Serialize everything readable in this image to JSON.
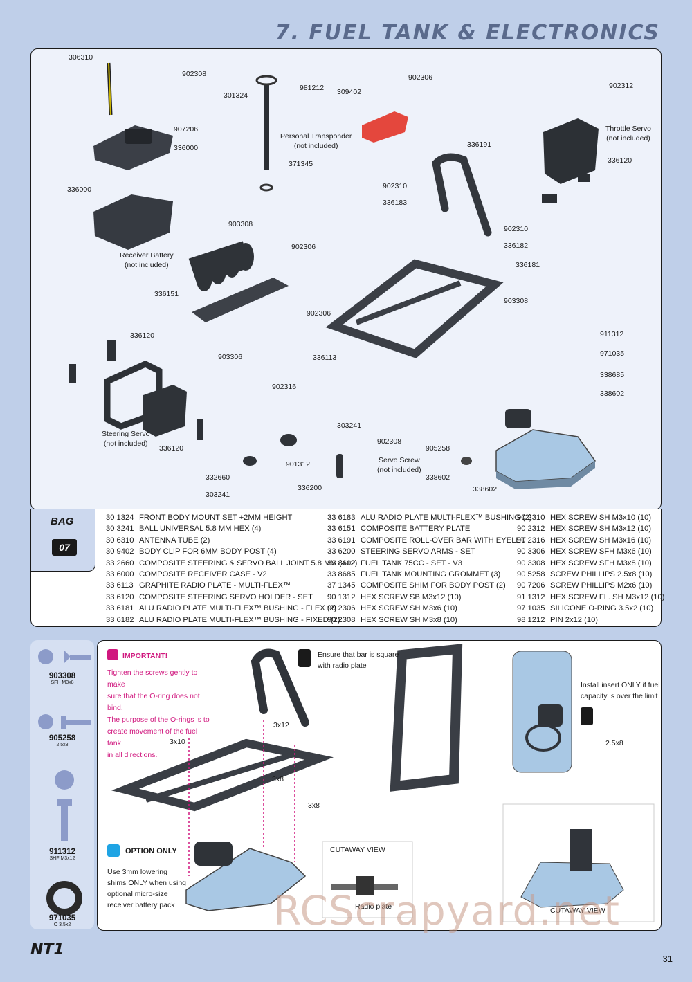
{
  "header": {
    "title": "7. FUEL TANK & ELECTRONICS"
  },
  "diagram": {
    "labels": [
      {
        "t": "306310"
      },
      {
        "t": "902308"
      },
      {
        "t": "907206"
      },
      {
        "t": "336000"
      },
      {
        "t": "336000"
      },
      {
        "t": "301324"
      },
      {
        "t": "981212"
      },
      {
        "t": "309402"
      },
      {
        "t": "902306"
      },
      {
        "t": "371345"
      },
      {
        "t": "902312"
      },
      {
        "t": "336120"
      },
      {
        "t": "336191"
      },
      {
        "t": "902310"
      },
      {
        "t": "336183"
      },
      {
        "t": "903308"
      },
      {
        "t": "902306"
      },
      {
        "t": "902310"
      },
      {
        "t": "336182"
      },
      {
        "t": "336181"
      },
      {
        "t": "336151"
      },
      {
        "t": "902306"
      },
      {
        "t": "903308"
      },
      {
        "t": "336113"
      },
      {
        "t": "336120"
      },
      {
        "t": "903306"
      },
      {
        "t": "911312"
      },
      {
        "t": "971035"
      },
      {
        "t": "338685"
      },
      {
        "t": "338602"
      },
      {
        "t": "902316"
      },
      {
        "t": "336120"
      },
      {
        "t": "303241"
      },
      {
        "t": "902308"
      },
      {
        "t": "905258"
      },
      {
        "t": "901312"
      },
      {
        "t": "332660"
      },
      {
        "t": "303241"
      },
      {
        "t": "336200"
      },
      {
        "t": "338602"
      },
      {
        "t": "338602"
      }
    ],
    "notes": {
      "transponder": [
        "Personal Transponder",
        "(not included)"
      ],
      "throttle": [
        "Throttle Servo",
        "(not included)"
      ],
      "battery": [
        "Receiver Battery",
        "(not included)"
      ],
      "steering": [
        "Steering Servo",
        "(not included)"
      ],
      "servoscrew": [
        "Servo Screw",
        "(not included)"
      ]
    }
  },
  "bag": {
    "label": "BAG",
    "number": "07"
  },
  "parts_list": {
    "col1": [
      [
        "30 1324",
        "FRONT BODY MOUNT SET +2MM HEIGHT"
      ],
      [
        "30 3241",
        "BALL UNIVERSAL 5.8 MM HEX (4)"
      ],
      [
        "30 6310",
        "ANTENNA TUBE (2)"
      ],
      [
        "30 9402",
        "BODY CLIP FOR 6MM BODY POST (4)"
      ],
      [
        "33 2660",
        "COMPOSITE STEERING & SERVO BALL JOINT 5.8 MM (4+2)"
      ],
      [
        "33 6000",
        "COMPOSITE RECEIVER CASE - V2"
      ],
      [
        "33 6113",
        "GRAPHITE RADIO PLATE - MULTI-FLEX™"
      ],
      [
        "33 6120",
        "COMPOSITE STEERING SERVO HOLDER - SET"
      ],
      [
        "33 6181",
        "ALU RADIO PLATE MULTI-FLEX™ BUSHING - FLEX (2)"
      ],
      [
        "33 6182",
        "ALU RADIO PLATE MULTI-FLEX™ BUSHING - FIXED (2)"
      ]
    ],
    "col2": [
      [
        "33 6183",
        "ALU RADIO PLATE MULTI-FLEX™ BUSHING (2)"
      ],
      [
        "33 6151",
        "COMPOSITE BATTERY PLATE"
      ],
      [
        "33 6191",
        "COMPOSITE ROLL-OVER BAR WITH EYELET"
      ],
      [
        "33 6200",
        "STEERING SERVO ARMS - SET"
      ],
      [
        "33 8602",
        "FUEL TANK 75CC - SET - V3"
      ],
      [
        "33 8685",
        "FUEL TANK MOUNTING GROMMET (3)"
      ],
      [
        "37 1345",
        "COMPOSITE SHIM FOR BODY POST (2)"
      ],
      [
        "90 1312",
        "HEX SCREW SB M3x12 (10)"
      ],
      [
        "90 2306",
        "HEX SCREW SH M3x6 (10)"
      ],
      [
        "90 2308",
        "HEX SCREW SH M3x8 (10)"
      ]
    ],
    "col3": [
      [
        "90 2310",
        "HEX SCREW SH M3x10 (10)"
      ],
      [
        "90 2312",
        "HEX SCREW SH M3x12 (10)"
      ],
      [
        "90 2316",
        "HEX SCREW SH M3x16 (10)"
      ],
      [
        "90 3306",
        "HEX SCREW SFH M3x6 (10)"
      ],
      [
        "90 3308",
        "HEX SCREW SFH M3x8 (10)"
      ],
      [
        "90 5258",
        "SCREW PHILLIPS 2.5x8 (10)"
      ],
      [
        "90 7206",
        "SCREW PHILLIPS M2x6 (10)"
      ],
      [
        "91 1312",
        "HEX SCREW FL. SH M3x12 (10)"
      ],
      [
        "97 1035",
        "SILICONE O-RING 3.5x2 (10)"
      ],
      [
        "98 1212",
        "PIN 2x12 (10)"
      ]
    ]
  },
  "hardware": [
    {
      "code": "903308",
      "spec": "SFH M3x8"
    },
    {
      "code": "905258",
      "spec": "2.5x8"
    },
    {
      "code": "911312",
      "spec": "SHF M3x12"
    },
    {
      "code": "971035",
      "spec": "O 3.5x2"
    }
  ],
  "important": {
    "title": "IMPORTANT!",
    "lines": [
      "Tighten the screws gently to make",
      "sure that the O-ring does not bind.",
      "The purpose of the O-rings is to",
      "create movement of the fuel tank",
      "in all directions."
    ]
  },
  "option": {
    "title": "OPTION ONLY",
    "lines": [
      "Use 3mm lowering",
      "shims ONLY when using",
      "optional micro-size",
      "receiver battery pack"
    ]
  },
  "square_note": [
    "Ensure that bar is square",
    "with radio plate"
  ],
  "insert_note": [
    "Install insert ONLY if fuel",
    "capacity is over the limit"
  ],
  "qty": {
    "a": "3x10",
    "b": "3x12",
    "c": "3x8",
    "d": "3x8",
    "e": "2.5x8"
  },
  "cutaway": {
    "title": "CUTAWAY VIEW",
    "radio_plate": "Radio plate",
    "title2": "CUTAWAY VIEW"
  },
  "footer": {
    "logo": "NT1",
    "page": "31",
    "watermark": "RCScrapyard.net"
  },
  "colors": {
    "accent": "#5a6a8c",
    "pink": "#d0177e",
    "tank": "#a9c8e4",
    "transponder": "#e4473d"
  }
}
